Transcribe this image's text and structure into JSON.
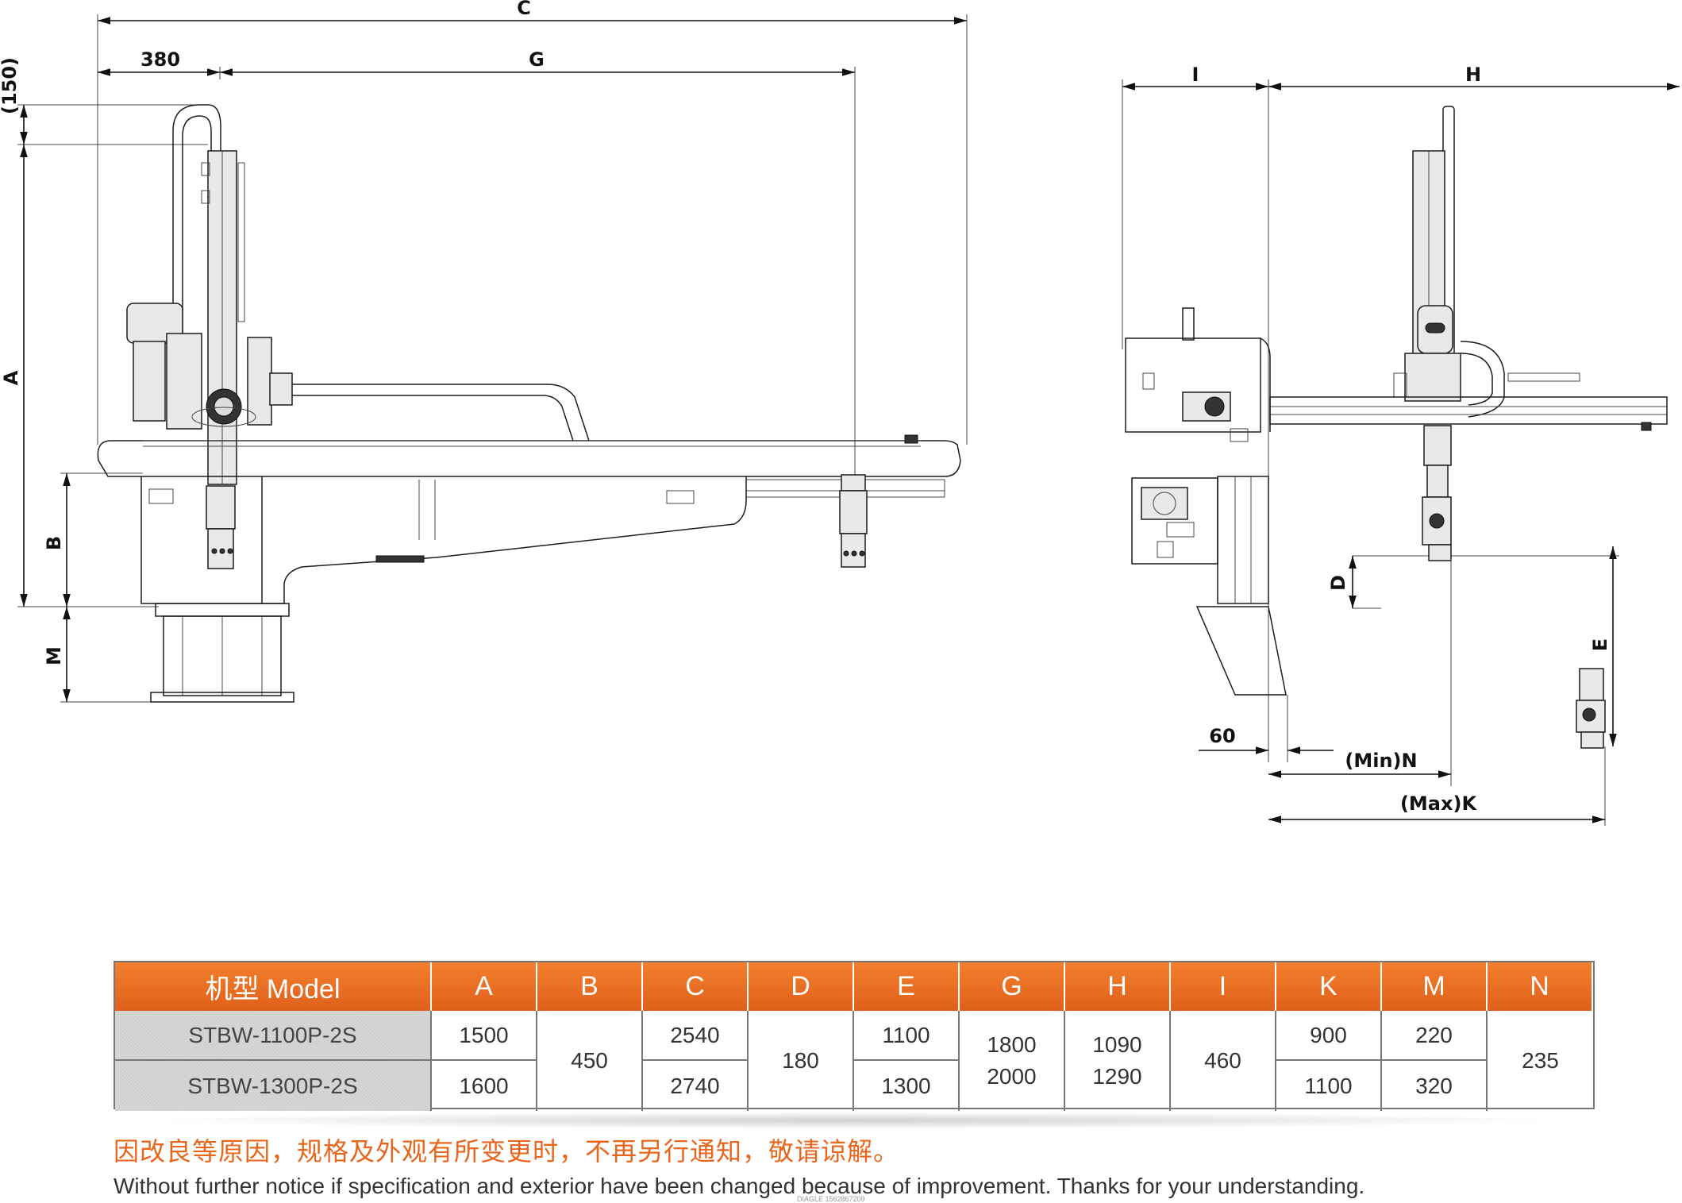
{
  "dimensions": {
    "C": "C",
    "p150": "(150)",
    "w380": "380",
    "G": "G",
    "A": "A",
    "B": "B",
    "M": "M",
    "I": "I",
    "H": "H",
    "D": "D",
    "E": "E",
    "d60": "60",
    "minN": "(Min)N",
    "maxK": "(Max)K"
  },
  "table": {
    "headers": [
      "机型 Model",
      "A",
      "B",
      "C",
      "D",
      "E",
      "G",
      "H",
      "I",
      "K",
      "M",
      "N"
    ],
    "rows": [
      {
        "model": "STBW-1100P-2S",
        "A": "1500",
        "C": "2540",
        "E": "1100",
        "K": "900",
        "M": "220"
      },
      {
        "model": "STBW-1300P-2S",
        "A": "1600",
        "C": "2740",
        "E": "1300",
        "K": "1100",
        "M": "320"
      }
    ],
    "shared": {
      "B": "450",
      "D": "180",
      "G": [
        "1800",
        "2000"
      ],
      "H": [
        "1090",
        "1290"
      ],
      "I": "460",
      "N": "235"
    }
  },
  "notes": {
    "zh": "因改良等原因，规格及外观有所变更时，不再另行通知，敬请谅解。",
    "en": "Without further notice if specification and exterior have been changed because of improvement. Thanks for your understanding.",
    "watermark": "DIAGLE 1562867209"
  }
}
